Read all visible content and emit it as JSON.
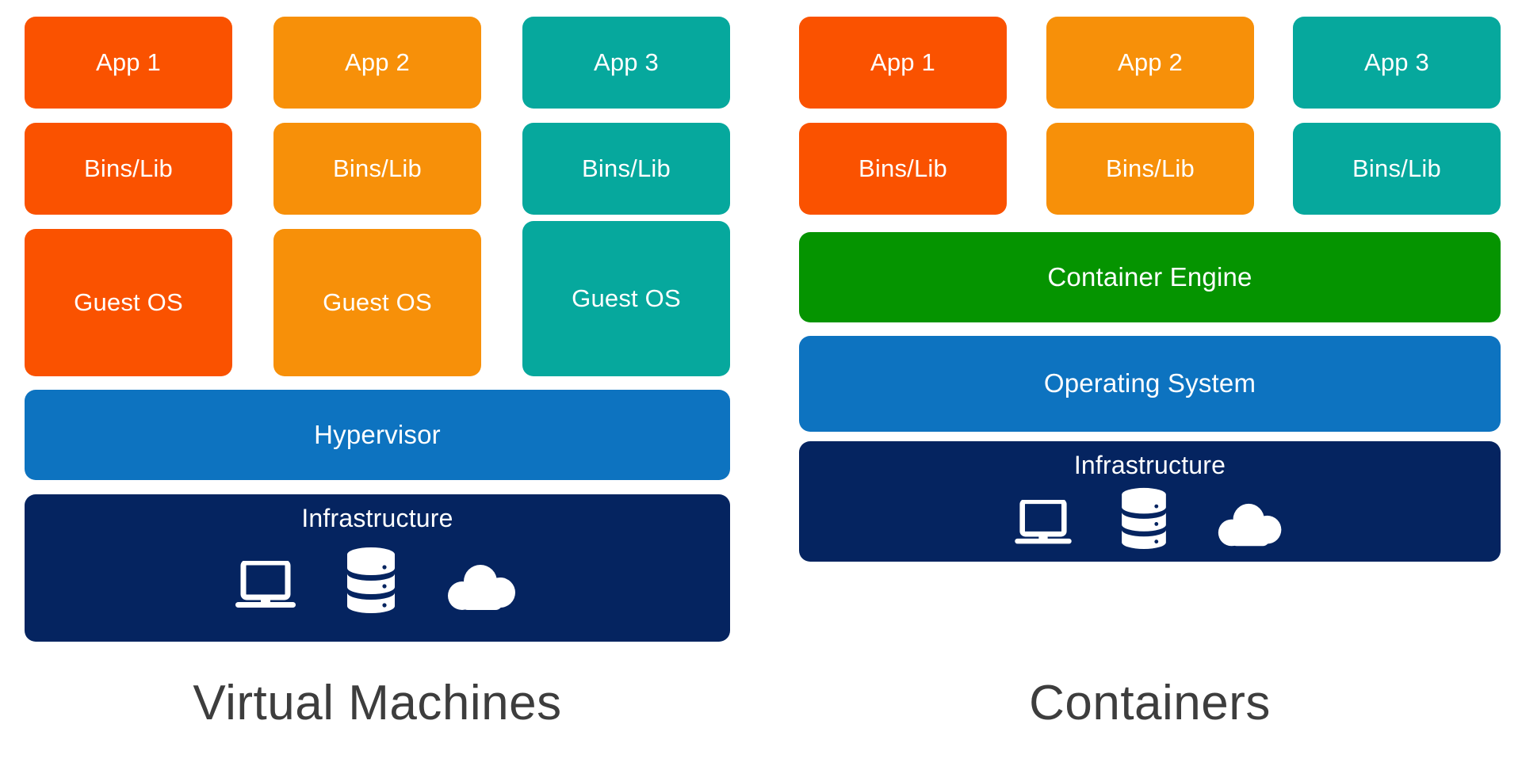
{
  "diagram": {
    "title_left": "Virtual Machines",
    "title_right": "Containers",
    "colors": {
      "orange_red": "#FA5200",
      "orange": "#F79009",
      "teal": "#06A89D",
      "blue": "#0D73C0",
      "green": "#059400",
      "navy": "#052460",
      "caption_text": "#3d3d3d",
      "box_text": "#ffffff",
      "background": "#ffffff"
    },
    "icons": [
      "laptop-icon",
      "database-icon",
      "cloud-icon"
    ]
  },
  "vm_stack": {
    "columns": [
      {
        "app": "App 1",
        "bins": "Bins/Lib",
        "guest": "Guest OS",
        "color": "#FA5200"
      },
      {
        "app": "App 2",
        "bins": "Bins/Lib",
        "guest": "Guest OS",
        "color": "#F79009"
      },
      {
        "app": "App 3",
        "bins": "Bins/Lib",
        "guest": "Guest OS",
        "color": "#06A89D"
      }
    ],
    "hypervisor": "Hypervisor",
    "infrastructure": "Infrastructure"
  },
  "container_stack": {
    "columns": [
      {
        "app": "App 1",
        "bins": "Bins/Lib",
        "color": "#FA5200"
      },
      {
        "app": "App 2",
        "bins": "Bins/Lib",
        "color": "#F79009"
      },
      {
        "app": "App 3",
        "bins": "Bins/Lib",
        "color": "#06A89D"
      }
    ],
    "container_engine": "Container Engine",
    "operating_system": "Operating System",
    "infrastructure": "Infrastructure"
  }
}
